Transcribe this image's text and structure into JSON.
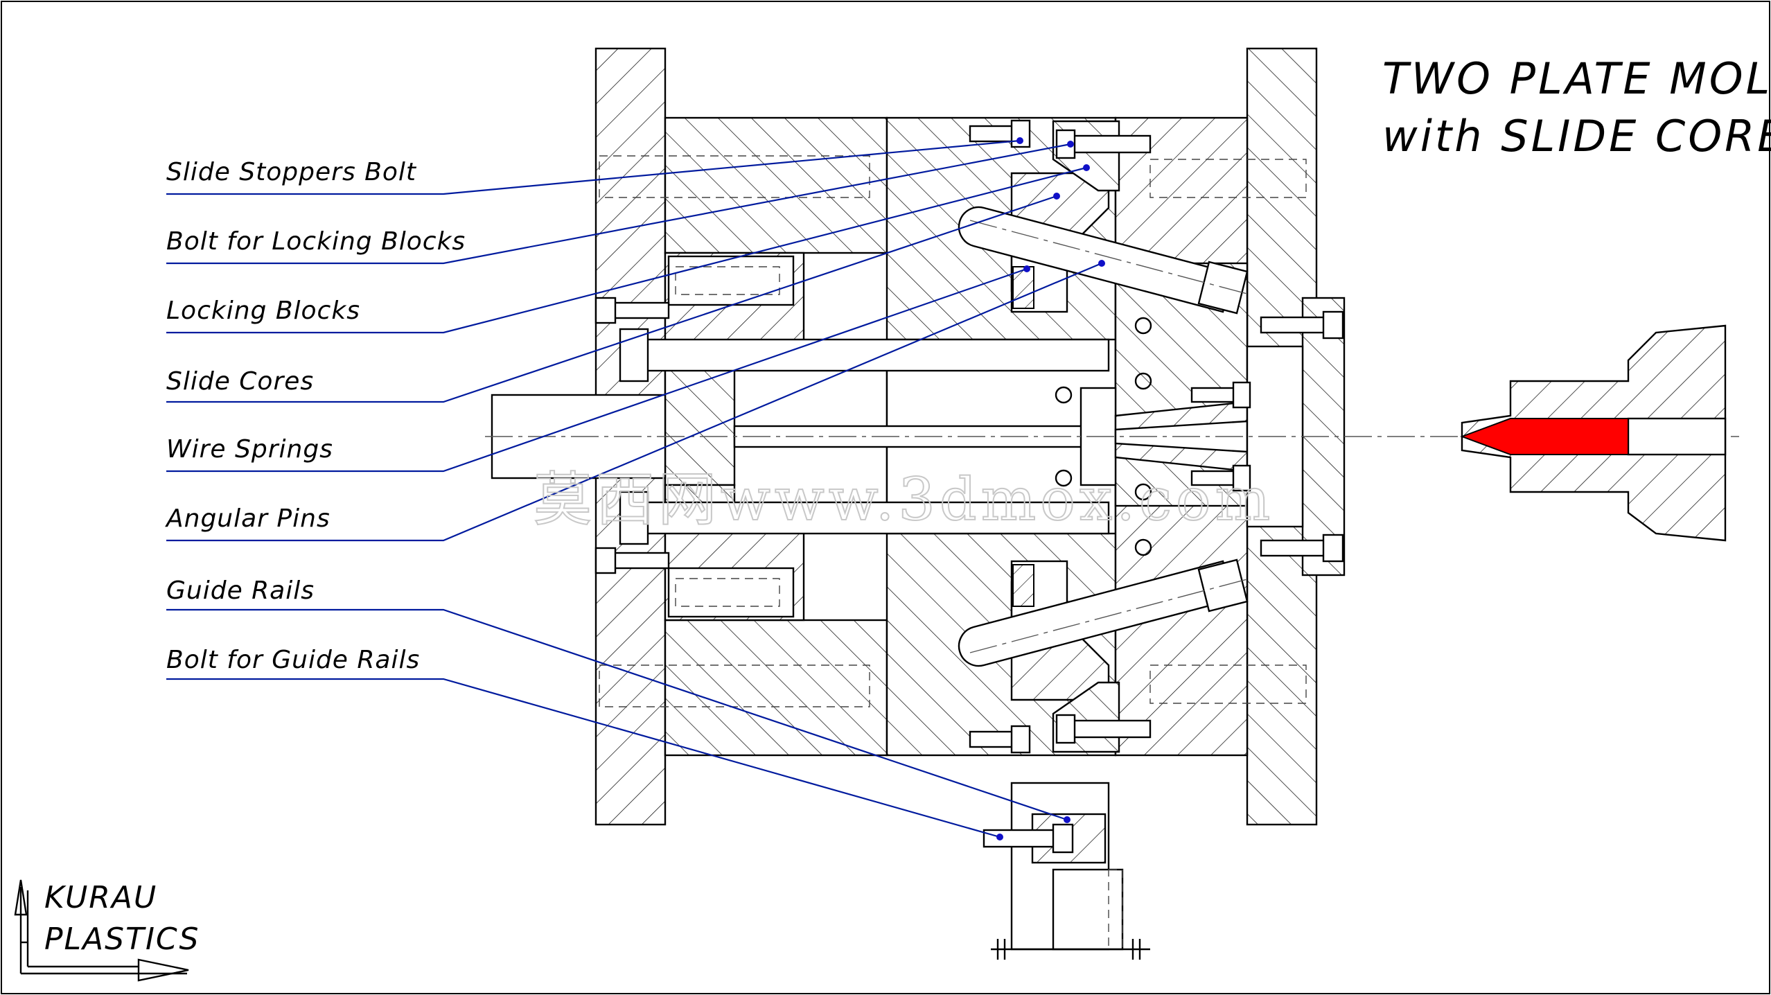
{
  "title": {
    "line1": "TWO PLATE MOLD",
    "line2": "with SLIDE CORE"
  },
  "labels": [
    "Slide Stoppers Bolt",
    "Bolt for Locking Blocks",
    "Locking Blocks",
    "Slide Cores",
    "Wire Springs",
    "Angular Pins",
    "Guide Rails",
    "Bolt for Guide Rails"
  ],
  "brand": {
    "line1": "KURAU",
    "line2": "PLASTICS"
  },
  "watermark": "莫西网www.3dmox.com",
  "colors": {
    "leader": "#001a9e",
    "leader_dot": "#1010c8",
    "nozzle_fill": "#ff0000"
  }
}
